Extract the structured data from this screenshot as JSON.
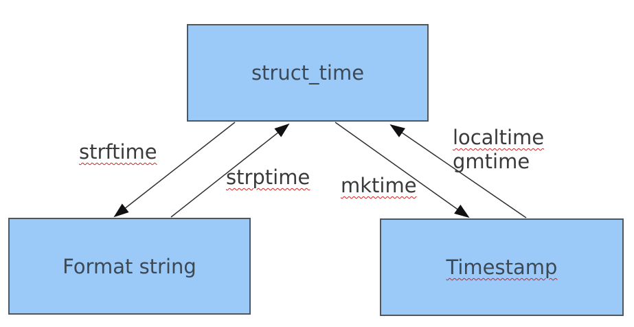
{
  "diagram": {
    "nodes": {
      "struct_time": {
        "label": "struct_time"
      },
      "format_string": {
        "label": "Format string"
      },
      "timestamp": {
        "label": "Timestamp"
      }
    },
    "edges": [
      {
        "from": "struct_time",
        "to": "format_string",
        "label": "strftime"
      },
      {
        "from": "format_string",
        "to": "struct_time",
        "label": "strptime"
      },
      {
        "from": "struct_time",
        "to": "timestamp",
        "label": "mktime"
      },
      {
        "from": "timestamp",
        "to": "struct_time",
        "label": "localtime",
        "label2": "gmtime"
      }
    ],
    "colors": {
      "box_fill": "#9bcaf8",
      "box_border": "#4d5761",
      "box_text": "#3d4855",
      "edge_line": "#2f2f2f",
      "label_text": "#3a3a3a",
      "spellcheck_underline": "#cc2222"
    }
  }
}
